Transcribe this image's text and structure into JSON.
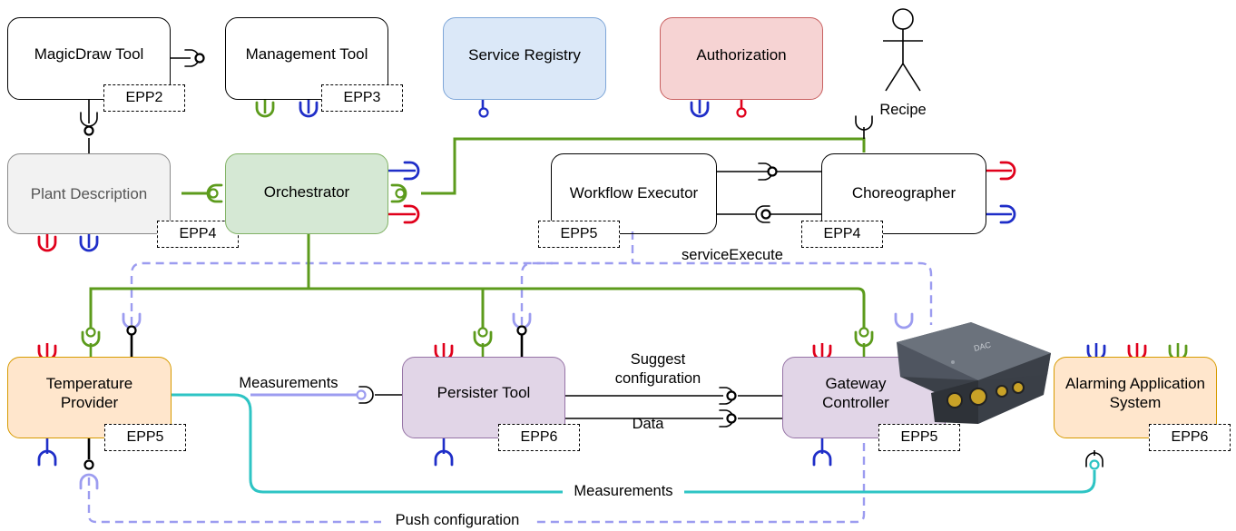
{
  "nodes": {
    "magicdraw": "MagicDraw Tool",
    "management": "Management Tool",
    "service_registry": "Service Registry",
    "authorization": "Authorization",
    "plant_description": "Plant Description",
    "orchestrator": "Orchestrator",
    "workflow_executor": "Workflow Executor",
    "choreographer": "Choreographer",
    "temperature_provider": [
      "Temperature",
      "Provider"
    ],
    "persister": "Persister Tool",
    "gateway": [
      "Gateway",
      "Controller"
    ],
    "alarming": [
      "Alarming Application",
      "System"
    ]
  },
  "epp": {
    "magicdraw": "EPP2",
    "management": "EPP3",
    "plant": "EPP4",
    "workflow": "EPP5",
    "choreographer": "EPP4",
    "temperature": "EPP5",
    "persister": "EPP6",
    "gateway": "EPP5",
    "alarming": "EPP6"
  },
  "labels": {
    "recipe": "Recipe",
    "service_execute": "serviceExecute",
    "measurements_top": "Measurements",
    "suggest_configuration": [
      "Suggest",
      "configuration"
    ],
    "data": "Data",
    "measurements_bottom": "Measurements",
    "push_configuration": "Push configuration",
    "device_brand": "DAC"
  },
  "colors": {
    "orchestration": "#5c9b1c",
    "registry": "#1f2ec8",
    "authorization": "#e0001b",
    "dashed": "#9c9cf0",
    "measurements": "#2ec4c4",
    "service_registry_fill": "#dbe8f8",
    "authorization_fill": "#f6d3d3",
    "plant_fill": "#f2f2f2",
    "orchestrator_fill": "#d5e8d4",
    "persister_fill": "#e1d5e7",
    "provider_fill": "#ffe6cc"
  }
}
